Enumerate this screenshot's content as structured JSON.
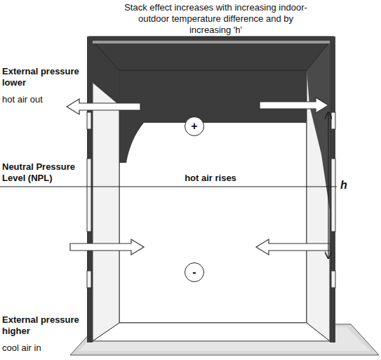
{
  "diagram": {
    "nodes": [
      {
        "text": [
          "+"
        ]
      },
      {
        "text": [
          "-"
        ]
      }
    ],
    "labels": [
      "Stack effect increases with increasing indoor-outdoor temperature difference and by increasing 'h'",
      "External pressure lower",
      "hot air out",
      "Neutral Pressure Level (NPL)",
      "hot air rises",
      "h",
      "External pressure higher",
      "cool air in"
    ]
  }
}
